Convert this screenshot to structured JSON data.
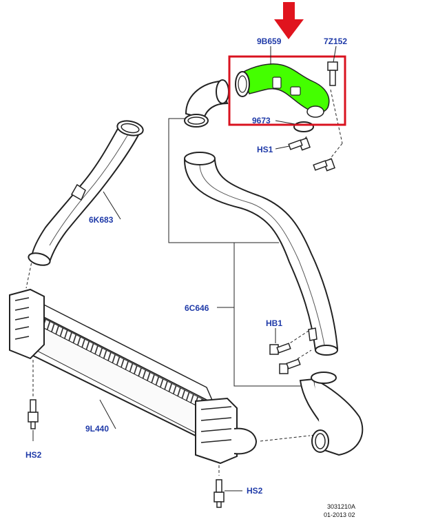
{
  "diagram": {
    "highlight_color": "#44ff00",
    "frame_color": "#d9121f",
    "label_color": "#1f3aa8",
    "labels": {
      "hose_9B659": "9B659",
      "bolt_7Z152": "7Z152",
      "gasket_9673": "9673",
      "bolt_HS1": "HS1",
      "hose_6K683": "6K683",
      "hose_6C646": "6C646",
      "bolt_HB1": "HB1",
      "intercooler_9L440": "9L440",
      "bolt_HS2_left": "HS2",
      "bolt_HS2_bottom": "HS2"
    },
    "footer": {
      "code": "3031210A",
      "date": "01-2013 02"
    }
  }
}
